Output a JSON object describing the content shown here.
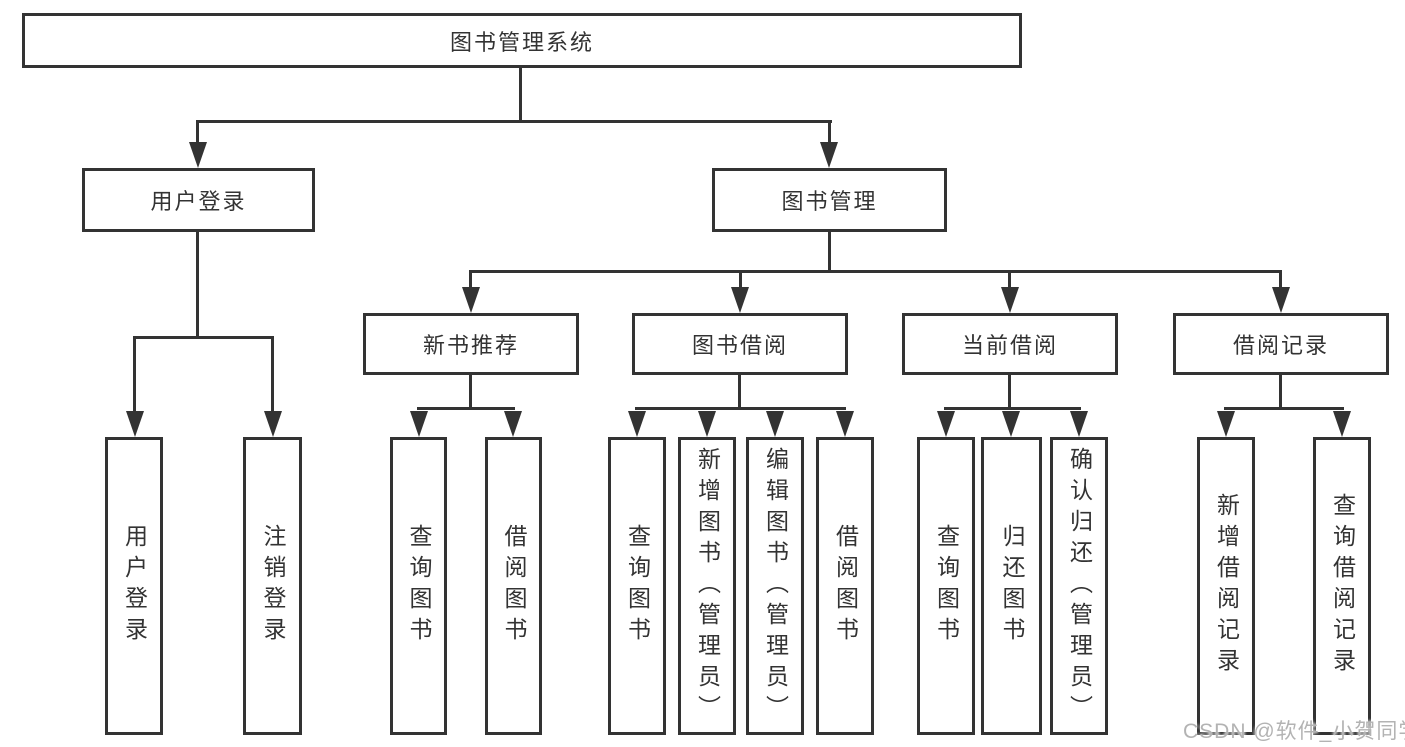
{
  "diagram": {
    "type": "hierarchy-tree",
    "root": {
      "label": "图书管理系统",
      "children": [
        {
          "label": "用户登录",
          "children": [
            {
              "label": "用户登录"
            },
            {
              "label": "注销登录"
            }
          ]
        },
        {
          "label": "图书管理",
          "children": [
            {
              "label": "新书推荐",
              "children": [
                {
                  "label": "查询图书"
                },
                {
                  "label": "借阅图书"
                }
              ]
            },
            {
              "label": "图书借阅",
              "children": [
                {
                  "label": "查询图书"
                },
                {
                  "label": "新增图书（管理员）"
                },
                {
                  "label": "编辑图书（管理员）"
                },
                {
                  "label": "借阅图书"
                }
              ]
            },
            {
              "label": "当前借阅",
              "children": [
                {
                  "label": "查询图书"
                },
                {
                  "label": "归还图书"
                },
                {
                  "label": "确认归还（管理员）"
                }
              ]
            },
            {
              "label": "借阅记录",
              "children": [
                {
                  "label": "新增借阅记录"
                },
                {
                  "label": "查询借阅记录"
                }
              ]
            }
          ]
        }
      ]
    },
    "colors": {
      "line": "#333333",
      "text": "#333333",
      "background": "#ffffff",
      "watermark": "#b3b3b3"
    }
  },
  "watermark": {
    "text": "CSDN @软件_小贺同学"
  }
}
